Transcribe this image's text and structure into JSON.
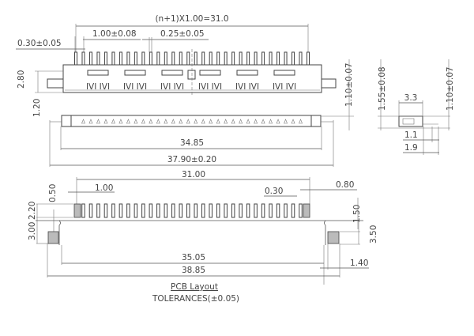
{
  "title": "Connector Drawing",
  "pin_count": 32,
  "top_view": {
    "pitch_total": "(n+1)X1.00=31.0",
    "pitch": "1.00±0.08",
    "pin_width": "0.25±0.05",
    "pin_offset": "0.30±0.05",
    "height": "2.80",
    "tab_height": "1.20",
    "thickness": "1.10±0.07",
    "window_label": "IVI IVI"
  },
  "bottom_view": {
    "inner_length": "34.85",
    "overall_length": "37.90±0.20"
  },
  "side_view": {
    "height": "1.55±0.08",
    "thickness": "1.10±0.07",
    "depth": "3.3",
    "lead_1": "1.1",
    "lead_2": "1.9"
  },
  "pcb_layout": {
    "span": "31.00",
    "pitch": "1.00",
    "pad_width": "0.30",
    "end_pad_width": "0.80",
    "offset": "0.50",
    "pad_length": "2.20",
    "mount_offset": "3.00",
    "pad_height_right": "1.50",
    "mount_height_right": "3.50",
    "inner_span": "35.05",
    "outer_span": "38.85",
    "mount_pad": "1.40",
    "title": "PCB   Layout",
    "tolerances": "TOLERANCES(±0.05)"
  }
}
